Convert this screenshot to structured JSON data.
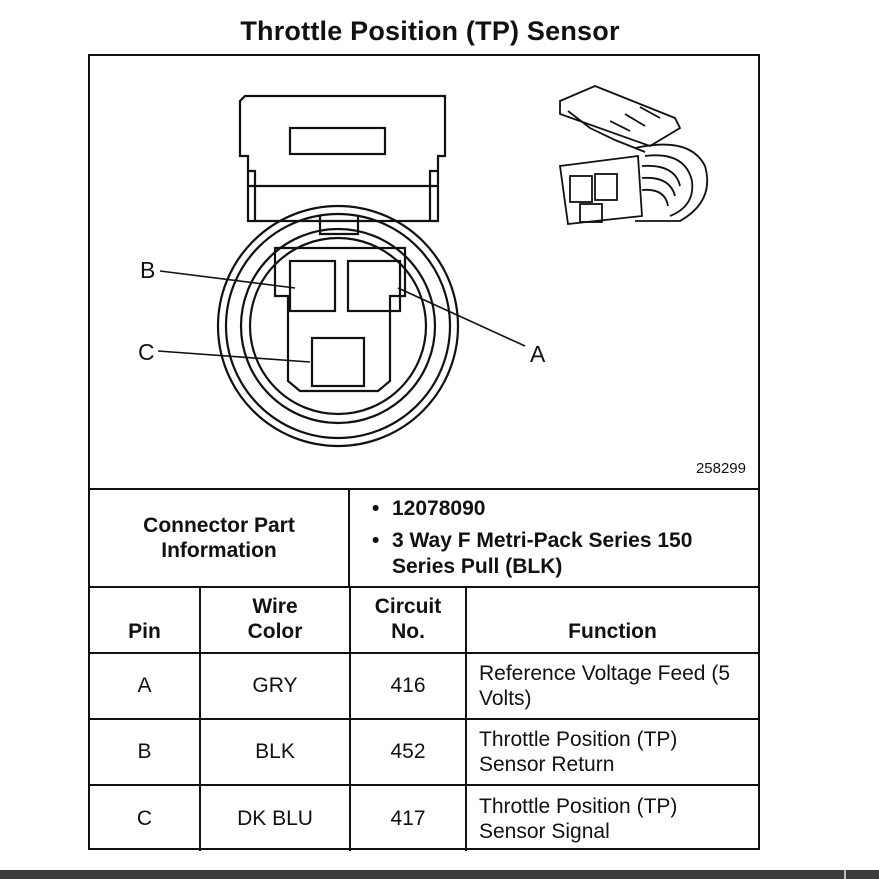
{
  "title": "Throttle Position (TP) Sensor",
  "figure_number": "258299",
  "pin_callouts": {
    "a": "A",
    "b": "B",
    "c": "C"
  },
  "connector_info": {
    "label": "Connector Part Information",
    "items": [
      "12078090",
      "3 Way F Metri-Pack Series 150 Series Pull (BLK)"
    ]
  },
  "table": {
    "headers": {
      "pin": "Pin",
      "wire_color": "Wire Color",
      "circuit_no": "Circuit No.",
      "function": "Function"
    },
    "rows": [
      {
        "pin": "A",
        "wire_color": "GRY",
        "circuit_no": "416",
        "function": "Reference Voltage Feed (5 Volts)"
      },
      {
        "pin": "B",
        "wire_color": "BLK",
        "circuit_no": "452",
        "function": "Throttle Position (TP) Sensor Return"
      },
      {
        "pin": "C",
        "wire_color": "DK BLU",
        "circuit_no": "417",
        "function": "Throttle Position (TP) Sensor Signal"
      }
    ]
  }
}
